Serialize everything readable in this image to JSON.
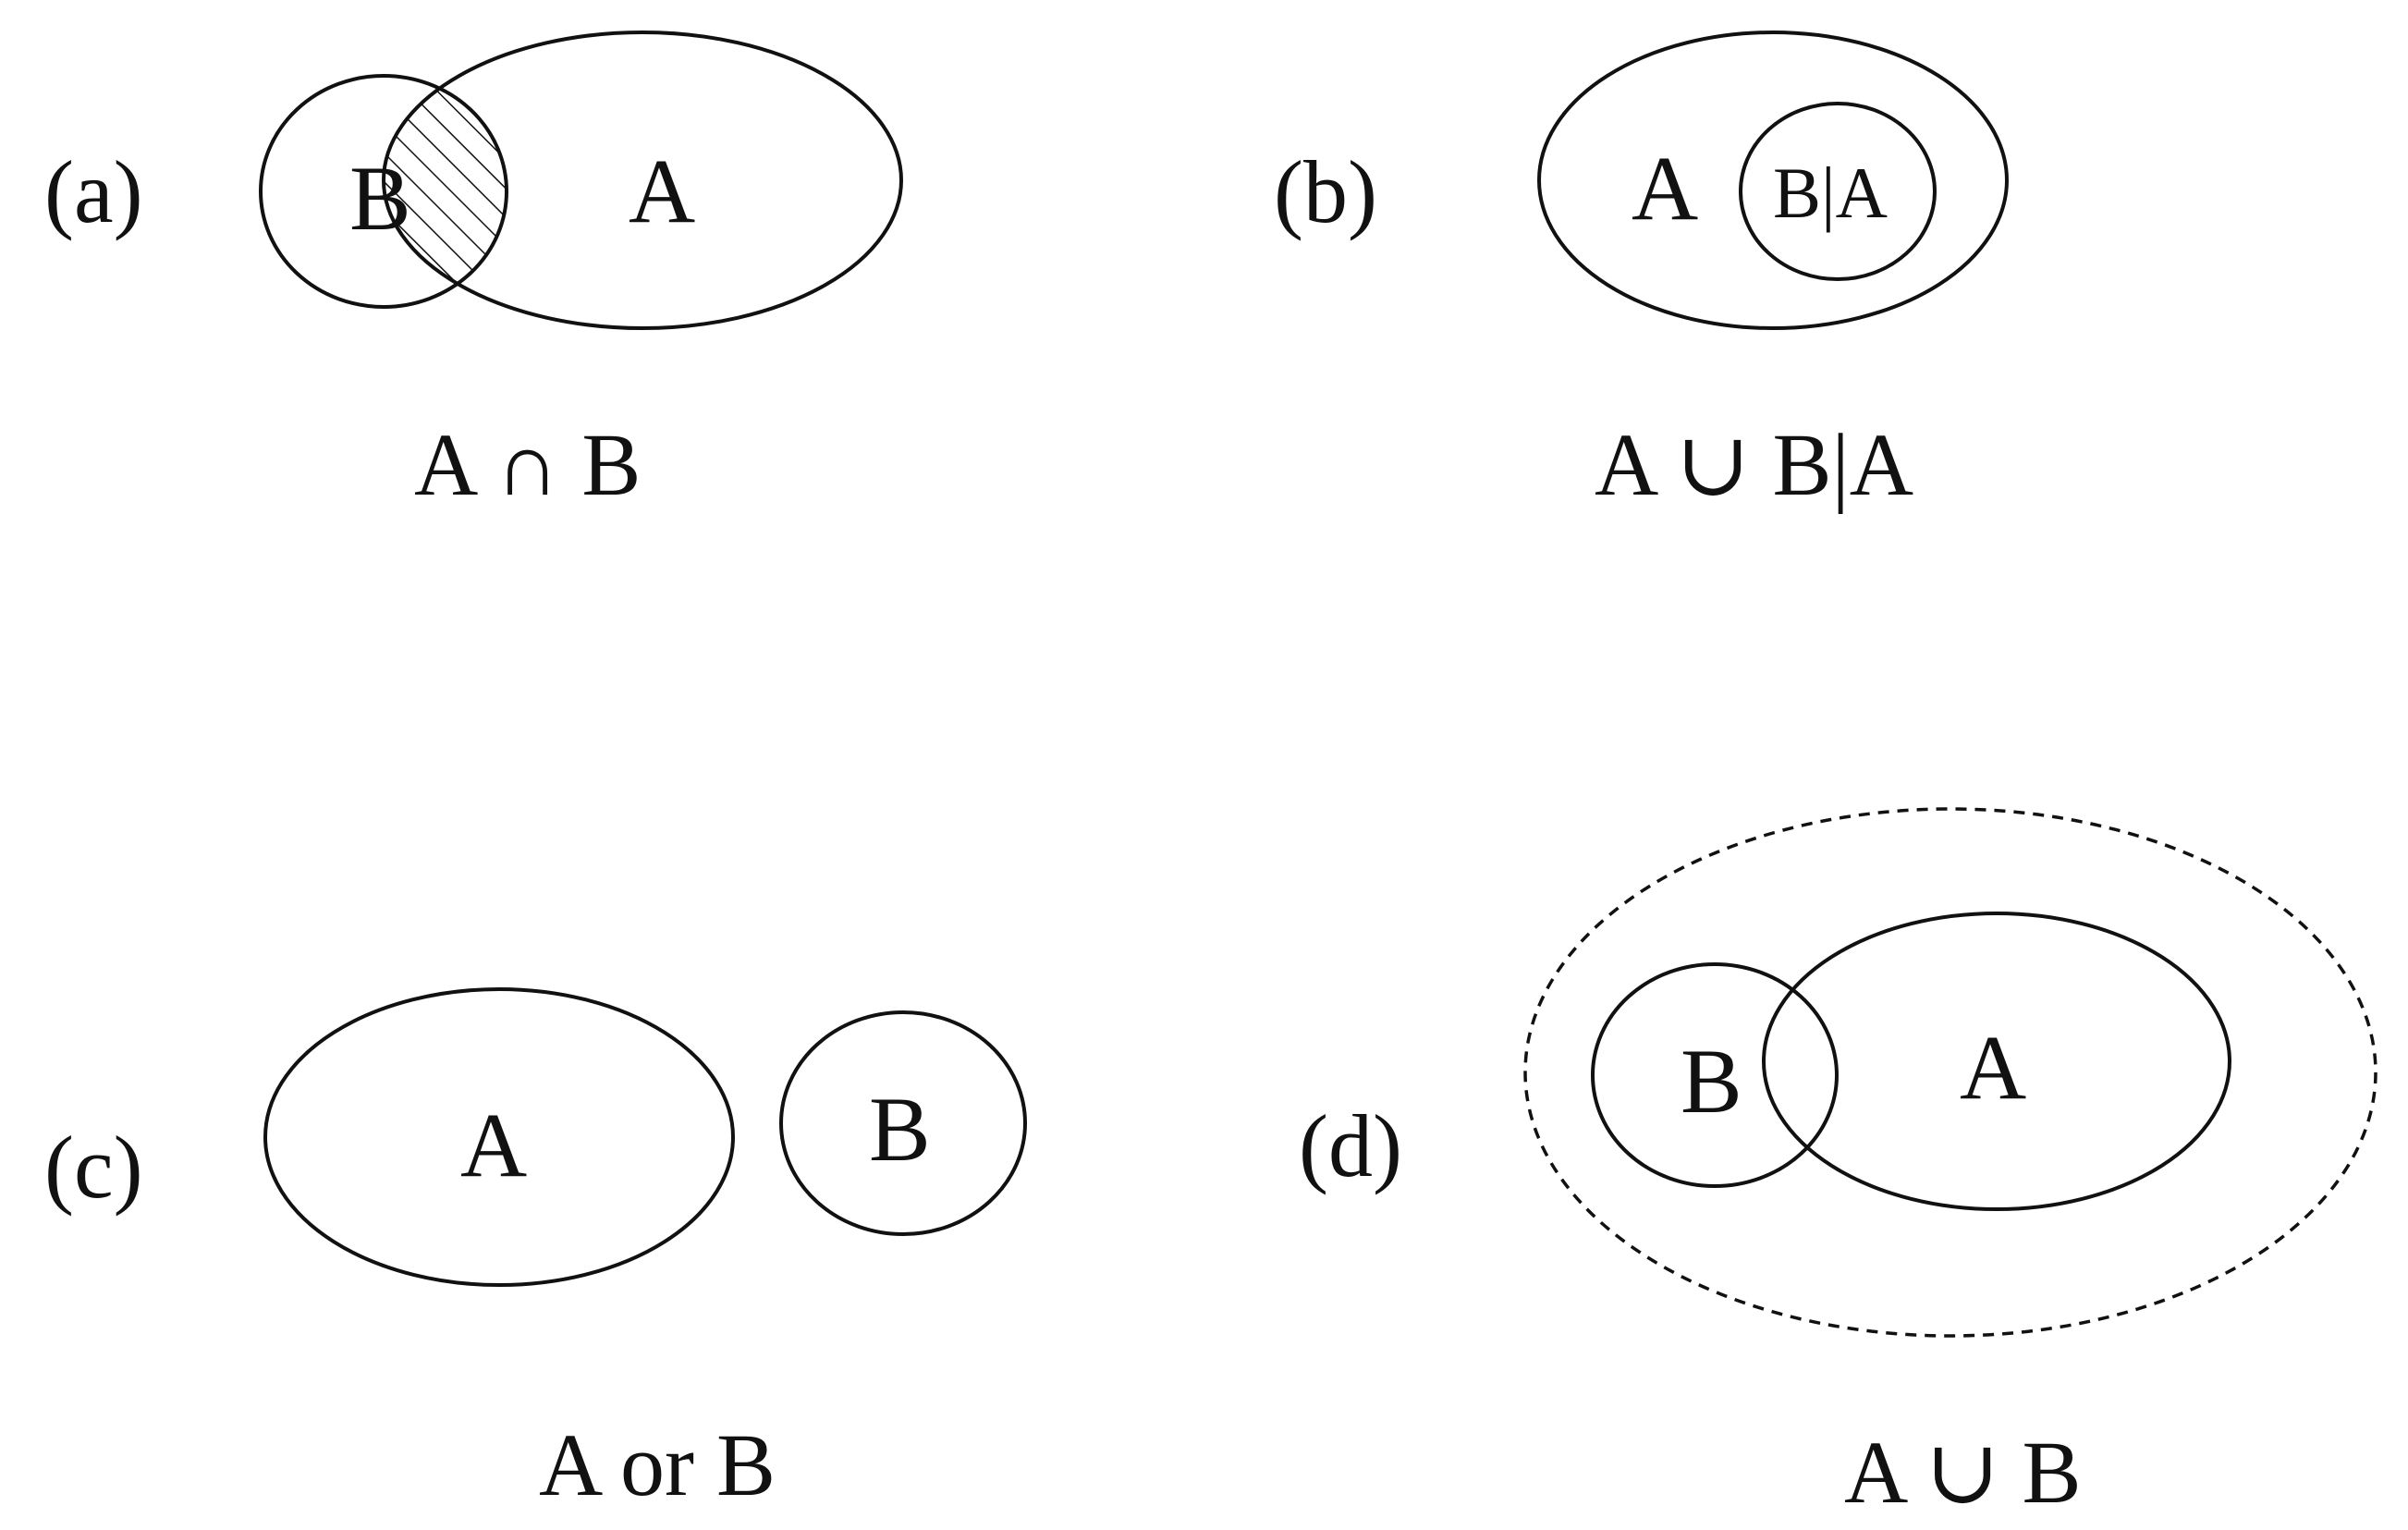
{
  "panels": {
    "a": {
      "panel_label": "(a)",
      "set_a": "A",
      "set_b": "B",
      "caption": "A ∩ B"
    },
    "b": {
      "panel_label": "(b)",
      "set_a": "A",
      "inner_set": "B|A",
      "caption": "A ∪ B|A"
    },
    "c": {
      "panel_label": "(c)",
      "set_a": "A",
      "set_b": "B",
      "caption": "A or B"
    },
    "d": {
      "panel_label": "(d)",
      "set_a": "A",
      "set_b": "B",
      "caption": "A ∪ B"
    }
  },
  "colors": {
    "stroke": "#111111",
    "background": "#ffffff"
  }
}
